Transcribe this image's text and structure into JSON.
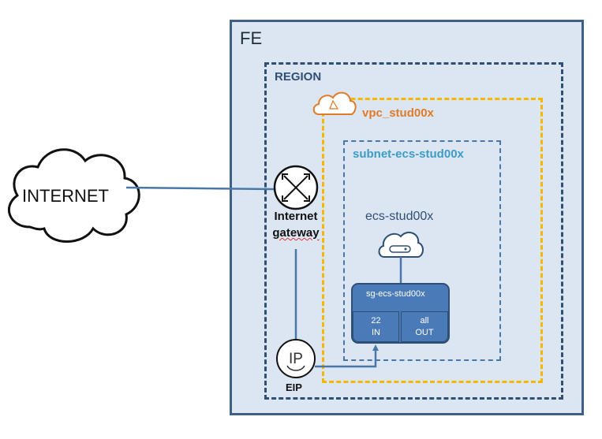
{
  "outer": {
    "label": "FE"
  },
  "region": {
    "label": "REGION"
  },
  "vpc": {
    "label": "vpc_stud00x"
  },
  "subnet": {
    "label": "subnet-ecs-stud00x"
  },
  "ecs": {
    "label": "ecs-stud00x"
  },
  "security_group": {
    "label": "sg-ecs-stud00x",
    "rules": [
      {
        "port": "22",
        "direction": "IN"
      },
      {
        "port": "all",
        "direction": "OUT"
      }
    ]
  },
  "internet": {
    "label": "INTERNET"
  },
  "gateway": {
    "label_line1": "Internet",
    "label_line2": "gateway"
  },
  "eip": {
    "label": "EIP",
    "icon_text": "IP"
  },
  "colors": {
    "fe_fill": "#dce6f2",
    "fe_border": "#3e5f86",
    "region_border": "#2f4f75",
    "vpc_border": "#f5b800",
    "vpc_text": "#e07b29",
    "subnet_text": "#3c9cc4",
    "sg_fill": "#4a7ab7",
    "link": "#4a78a6"
  },
  "icons": [
    "cloud-icon",
    "vpc-cloud-icon",
    "router-icon",
    "ecs-server-icon",
    "eip-icon"
  ]
}
